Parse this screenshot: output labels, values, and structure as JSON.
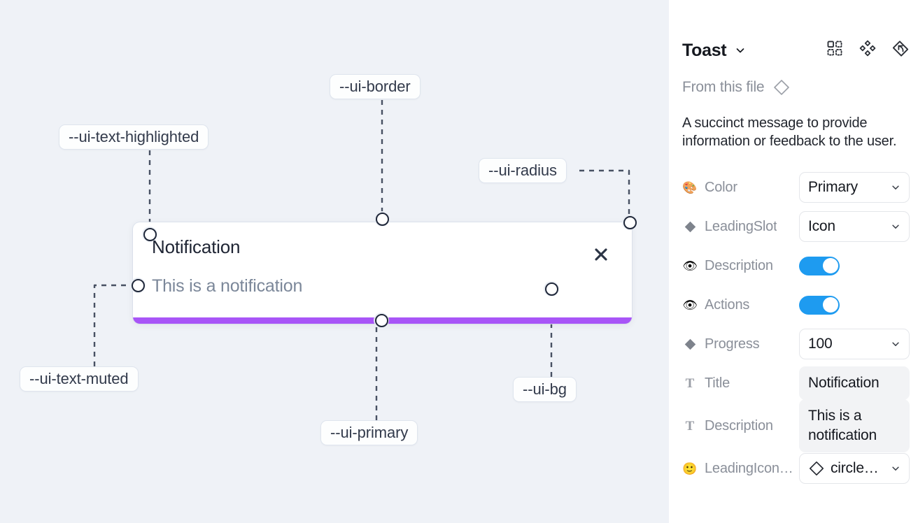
{
  "canvas": {
    "background_color": "#eff2f7",
    "token_labels": [
      {
        "id": "ui-text-highlighted",
        "text": "--ui-text-highlighted"
      },
      {
        "id": "ui-border",
        "text": "--ui-border"
      },
      {
        "id": "ui-radius",
        "text": "--ui-radius"
      },
      {
        "id": "ui-text-muted",
        "text": "--ui-text-muted"
      },
      {
        "id": "ui-primary",
        "text": "--ui-primary"
      },
      {
        "id": "ui-bg",
        "text": "--ui-bg"
      }
    ]
  },
  "toast": {
    "title": "Notification",
    "description": "This is a notification",
    "close_icon": "close-x-icon",
    "progress_color": "#a855f7",
    "background_color": "#ffffff"
  },
  "panel": {
    "title": "Toast",
    "title_caret_icon": "chevron-down-icon",
    "header_icons": [
      {
        "name": "component-grid-icon"
      },
      {
        "name": "variants-cluster-icon"
      },
      {
        "name": "reset-instance-icon"
      }
    ],
    "from_file_label": "From this file",
    "from_file_icon": "diamond-outline-icon",
    "description": "A succinct message to provide information or feedback to the user.",
    "properties": [
      {
        "name": "Color",
        "icon": "palette-icon",
        "control": "select",
        "value": "Primary",
        "caret": true
      },
      {
        "name": "LeadingSlot",
        "icon": "diamond-filled-icon",
        "control": "select",
        "value": "Icon",
        "caret": true
      },
      {
        "name": "Description",
        "icon": "eye-icon",
        "control": "toggle",
        "value": "on"
      },
      {
        "name": "Actions",
        "icon": "eye-icon",
        "control": "toggle",
        "value": "on"
      },
      {
        "name": "Progress",
        "icon": "diamond-filled-icon",
        "control": "select",
        "value": "100",
        "caret": true
      },
      {
        "name": "Title",
        "icon": "text-t-icon",
        "control": "textfield",
        "value": "Notification"
      },
      {
        "name": "Description",
        "icon": "text-t-icon",
        "control": "textfield",
        "value": "This is a notification"
      },
      {
        "name": "LeadingIcon…",
        "icon": "smiley-icon",
        "control": "icon-select",
        "value": "circle…",
        "caret": true,
        "lead_icon": "diamond-outline-icon"
      }
    ],
    "toggle_on_color": "#1e9bf0"
  }
}
